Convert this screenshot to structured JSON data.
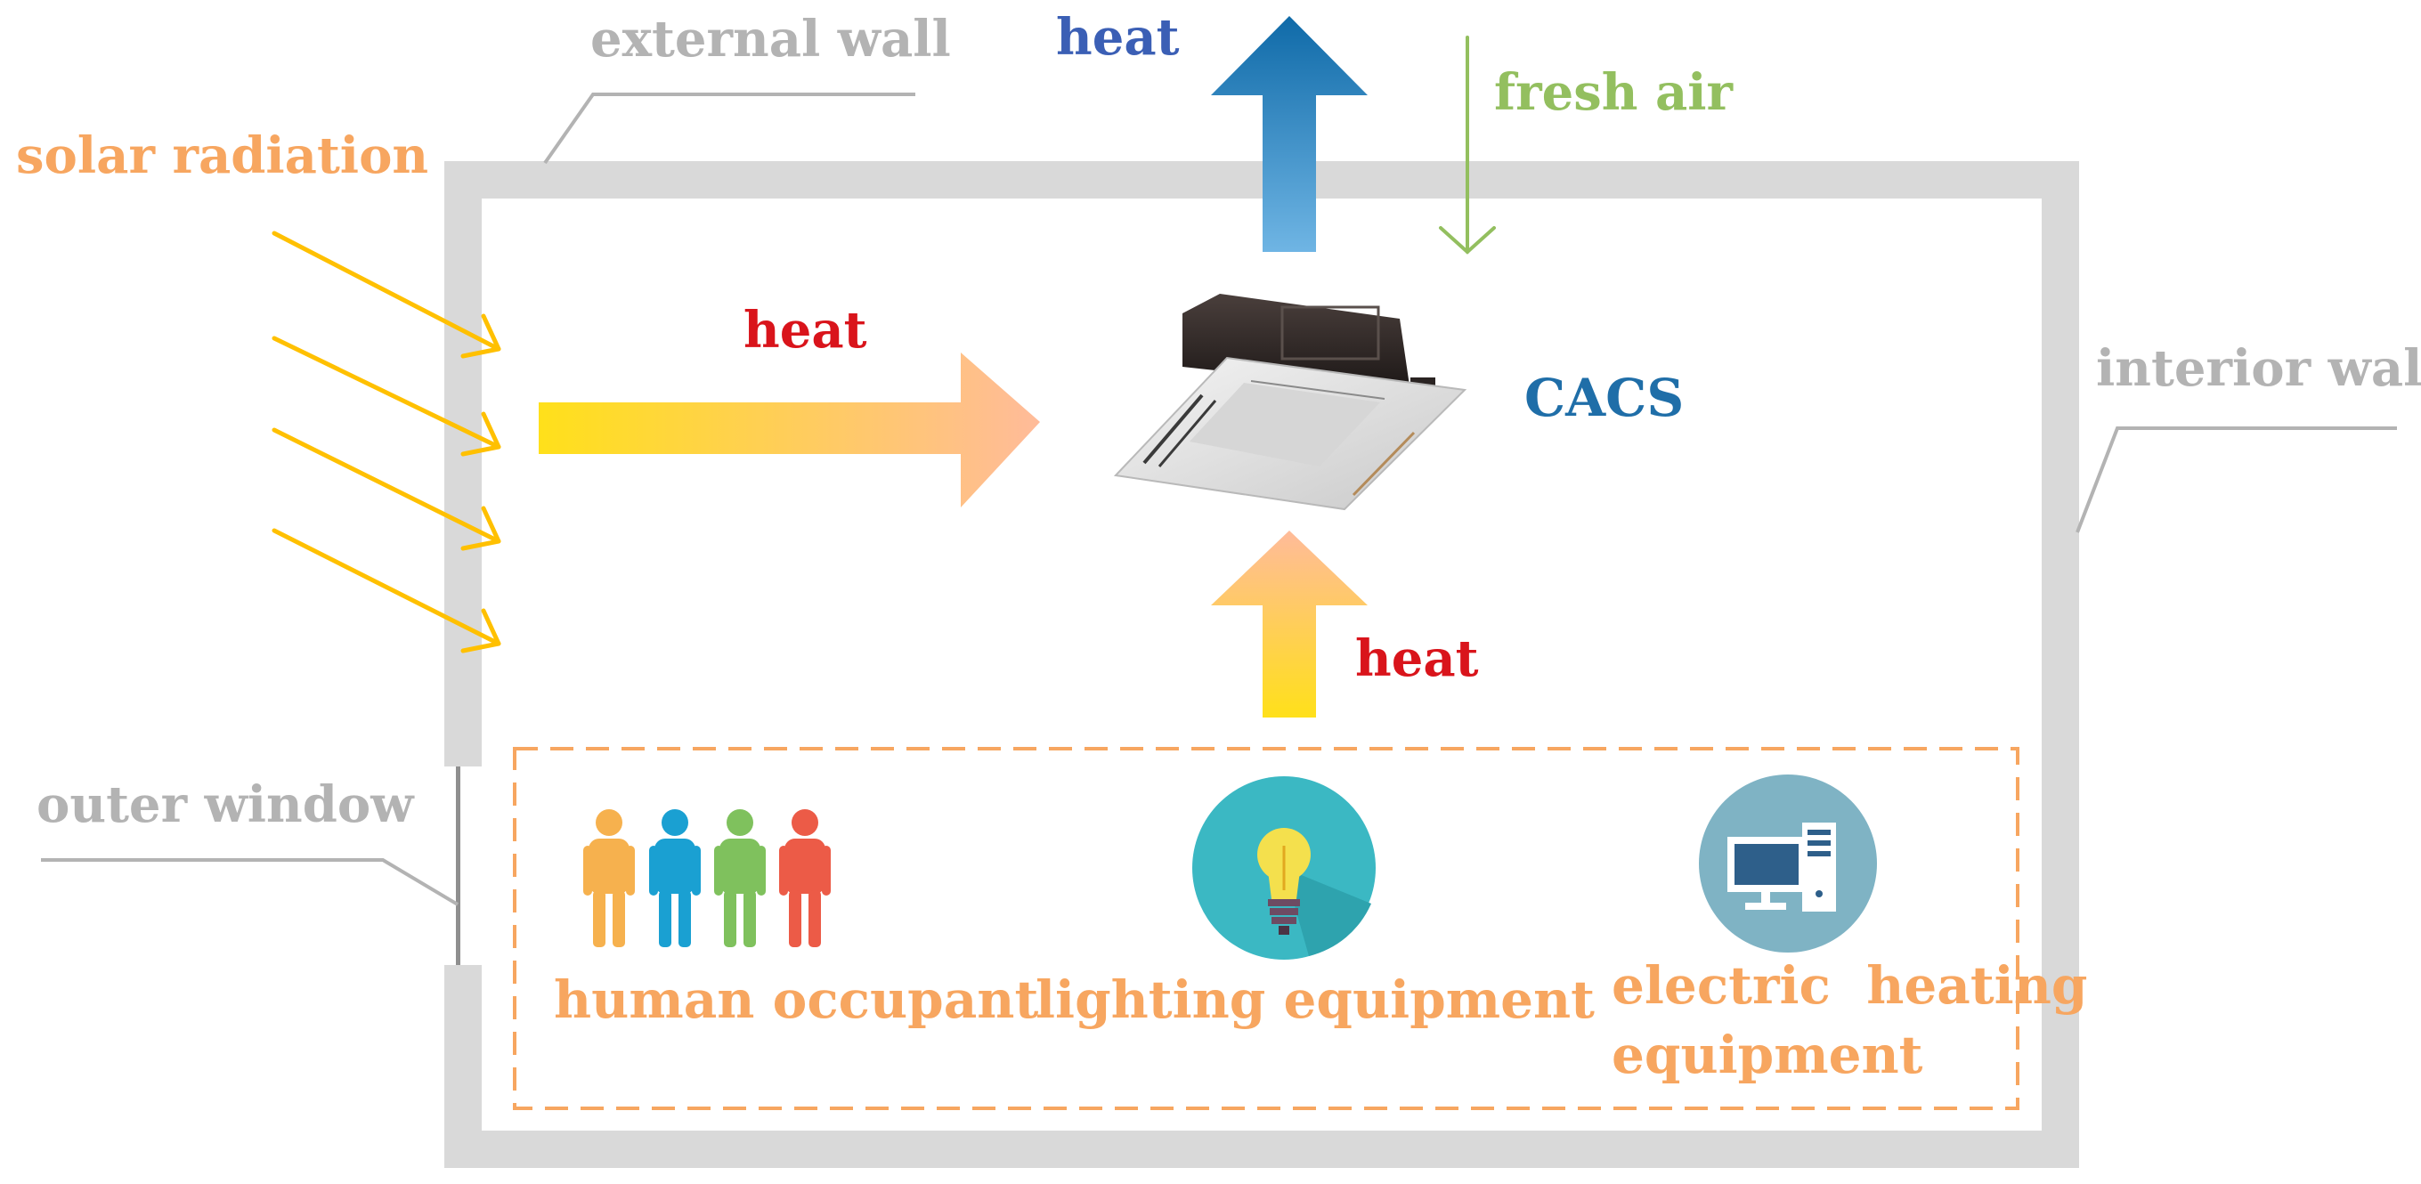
{
  "labels": {
    "external_wall": "external wall",
    "interior_wall": "interior wall",
    "outer_window": "outer window",
    "solar_radiation": "solar radiation",
    "heat_top": "heat",
    "heat_left": "heat",
    "heat_bottom": "heat",
    "fresh_air": "fresh air",
    "cacs": "CACS",
    "human_occupant": "human occupant",
    "lighting_equipment": "lighting equipment",
    "electric_heating_line1": "electric  heating",
    "electric_heating_line2": "equipment"
  },
  "icons": [
    "person-icon",
    "light-bulb-icon",
    "computer-icon",
    "air-conditioner-icon"
  ],
  "colors": {
    "wall": "#d9d9d9",
    "label_gray": "#b3b3b3",
    "solar_orange": "#f7a660",
    "solar_ray": "#ffc000",
    "heat_red": "#d9141b",
    "heat_blue": "#3b5fb5",
    "fresh_air_green": "#93bf5f",
    "cacs_blue": "#1f6ea8",
    "dash_box": "#f7a660",
    "person_colors": [
      "#f6b14e",
      "#1aa0d2",
      "#7fc15d",
      "#ec5b47"
    ]
  }
}
